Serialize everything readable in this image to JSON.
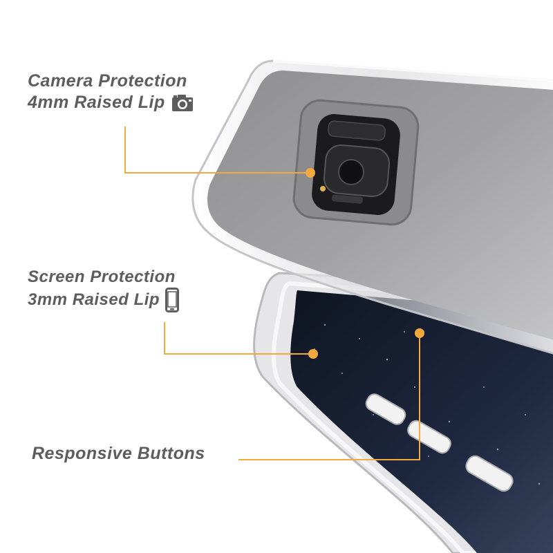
{
  "callouts": {
    "camera": {
      "title": "Camera Protection",
      "detail": "4mm Raised Lip",
      "icon": "camera-icon"
    },
    "screen": {
      "title": "Screen Protection",
      "detail": "3mm Raised Lip",
      "icon": "phone-icon"
    },
    "buttons": {
      "title": "Responsive Buttons"
    }
  },
  "colors": {
    "accent": "#f4a93c",
    "label_text": "#5d5d5d",
    "screen": "#1c2438"
  }
}
